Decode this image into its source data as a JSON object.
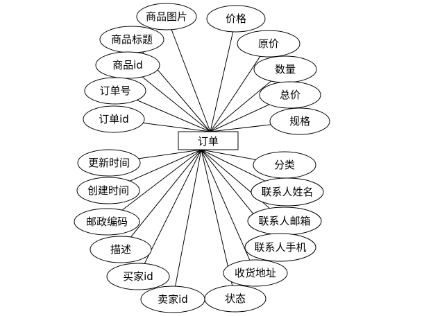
{
  "entity": {
    "label": "订单"
  },
  "attributes": [
    {
      "key": "product-image",
      "label": "商品图片"
    },
    {
      "key": "price",
      "label": "价格"
    },
    {
      "key": "product-title",
      "label": "商品标题"
    },
    {
      "key": "original-price",
      "label": "原价"
    },
    {
      "key": "product-id",
      "label": "商品id"
    },
    {
      "key": "quantity",
      "label": "数量"
    },
    {
      "key": "order-number",
      "label": "订单号"
    },
    {
      "key": "total-price",
      "label": "总价"
    },
    {
      "key": "order-id",
      "label": "订单id"
    },
    {
      "key": "spec",
      "label": "规格"
    },
    {
      "key": "update-time",
      "label": "更新时间"
    },
    {
      "key": "category",
      "label": "分类"
    },
    {
      "key": "create-time",
      "label": "创建时间"
    },
    {
      "key": "contact-name",
      "label": "联系人姓名"
    },
    {
      "key": "postal-code",
      "label": "邮政编码"
    },
    {
      "key": "contact-email",
      "label": "联系人邮箱"
    },
    {
      "key": "description",
      "label": "描述"
    },
    {
      "key": "contact-phone",
      "label": "联系人手机"
    },
    {
      "key": "buyer-id",
      "label": "买家id"
    },
    {
      "key": "shipping-address",
      "label": "收货地址"
    },
    {
      "key": "seller-id",
      "label": "卖家id"
    },
    {
      "key": "status",
      "label": "状态"
    }
  ]
}
